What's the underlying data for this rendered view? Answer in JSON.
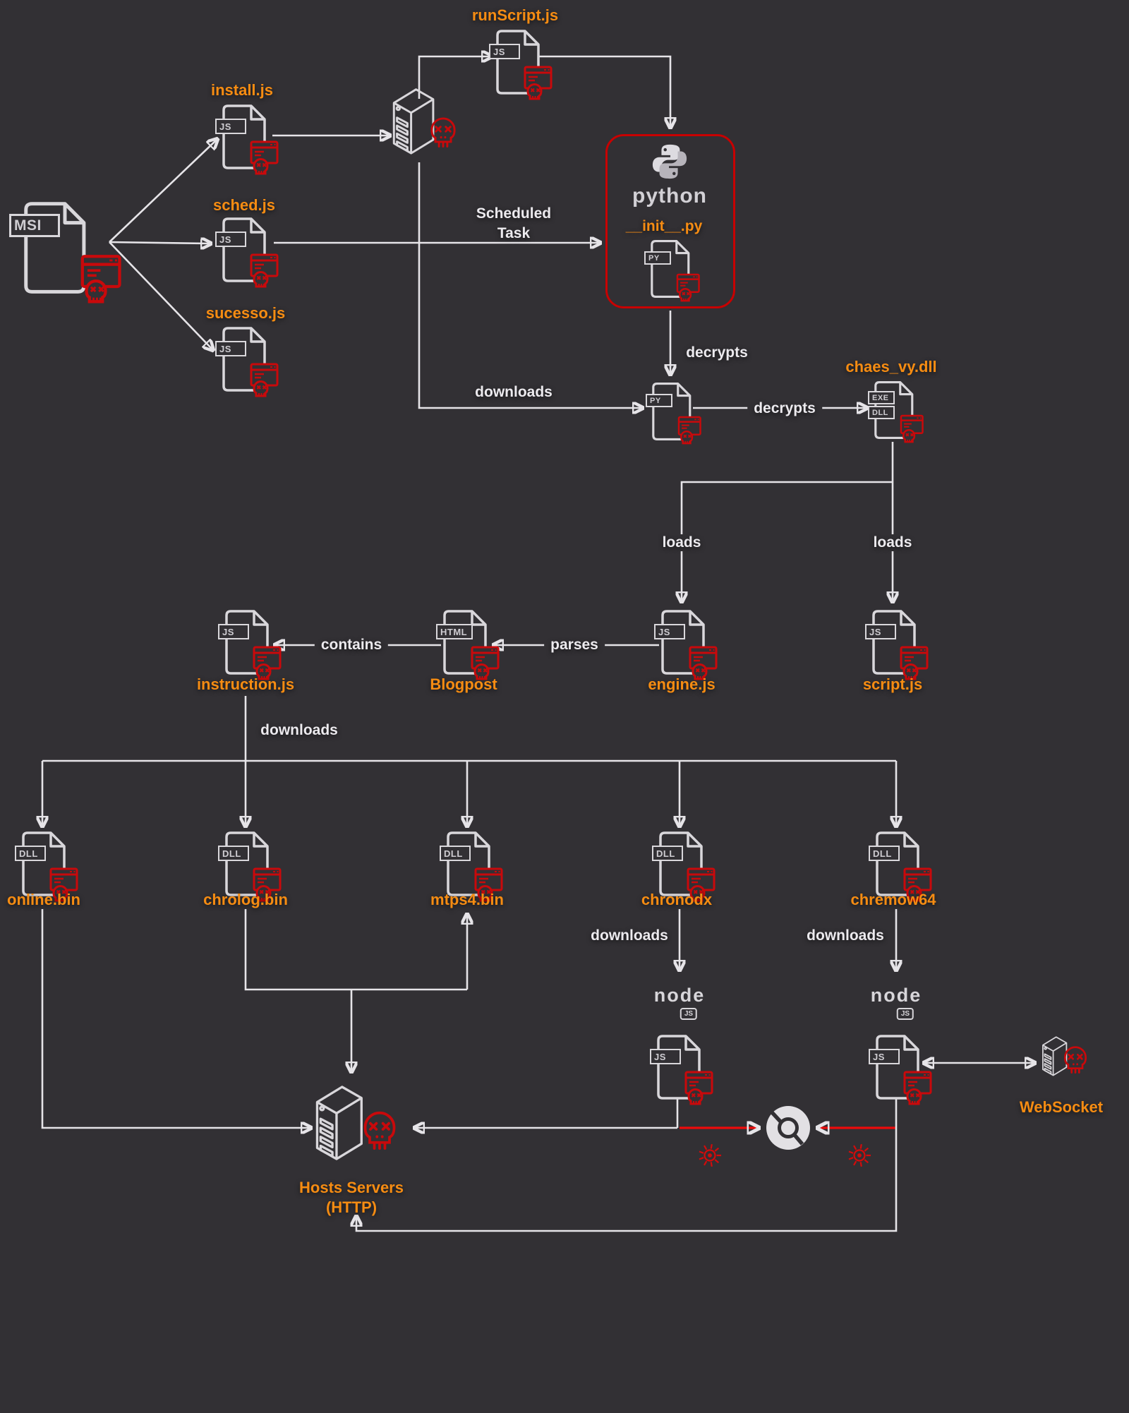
{
  "colors": {
    "background": "#323034",
    "accent_orange": "#f68c12",
    "line_white": "#e6e4e8",
    "malware_red": "#c9090b",
    "arrow_red": "#ed0b0b",
    "python_box_border": "#c80000"
  },
  "labels": {
    "runscript": "runScript.js",
    "install": "install.js",
    "sched": "sched.js",
    "sucesso": "sucesso.js",
    "msi": "MSI",
    "python_wordmark": "python",
    "init_py": "__init__.py",
    "chaes": "chaes_vy.dll",
    "engine": "engine.js",
    "script": "script.js",
    "blogpost": "Blogpost",
    "instruction": "instruction.js",
    "online": "online.bin",
    "chrolog": "chrolog.bin",
    "mtps4": "mtps4.bin",
    "chronodx": "chronodx",
    "chremow64": "chremow64",
    "websocket": "WebSocket",
    "hosts_line1": "Hosts Servers",
    "hosts_line2": "(HTTP)",
    "node_wordmark": "node",
    "node_js_badge": "JS"
  },
  "edge_labels": {
    "scheduled_line1": "Scheduled",
    "scheduled_line2": "Task",
    "decrypts_python": "decrypts",
    "downloads_tower": "downloads",
    "decrypts_dll": "decrypts",
    "loads_left": "loads",
    "loads_right": "loads",
    "parses": "parses",
    "contains": "contains",
    "downloads_instruction": "downloads",
    "downloads_chronodx": "downloads",
    "downloads_chremow64": "downloads"
  },
  "file_tabs": {
    "js": "JS",
    "py": "PY",
    "dll": "DLL",
    "exe": "EXE",
    "html": "HTML",
    "msi": "MSI"
  }
}
